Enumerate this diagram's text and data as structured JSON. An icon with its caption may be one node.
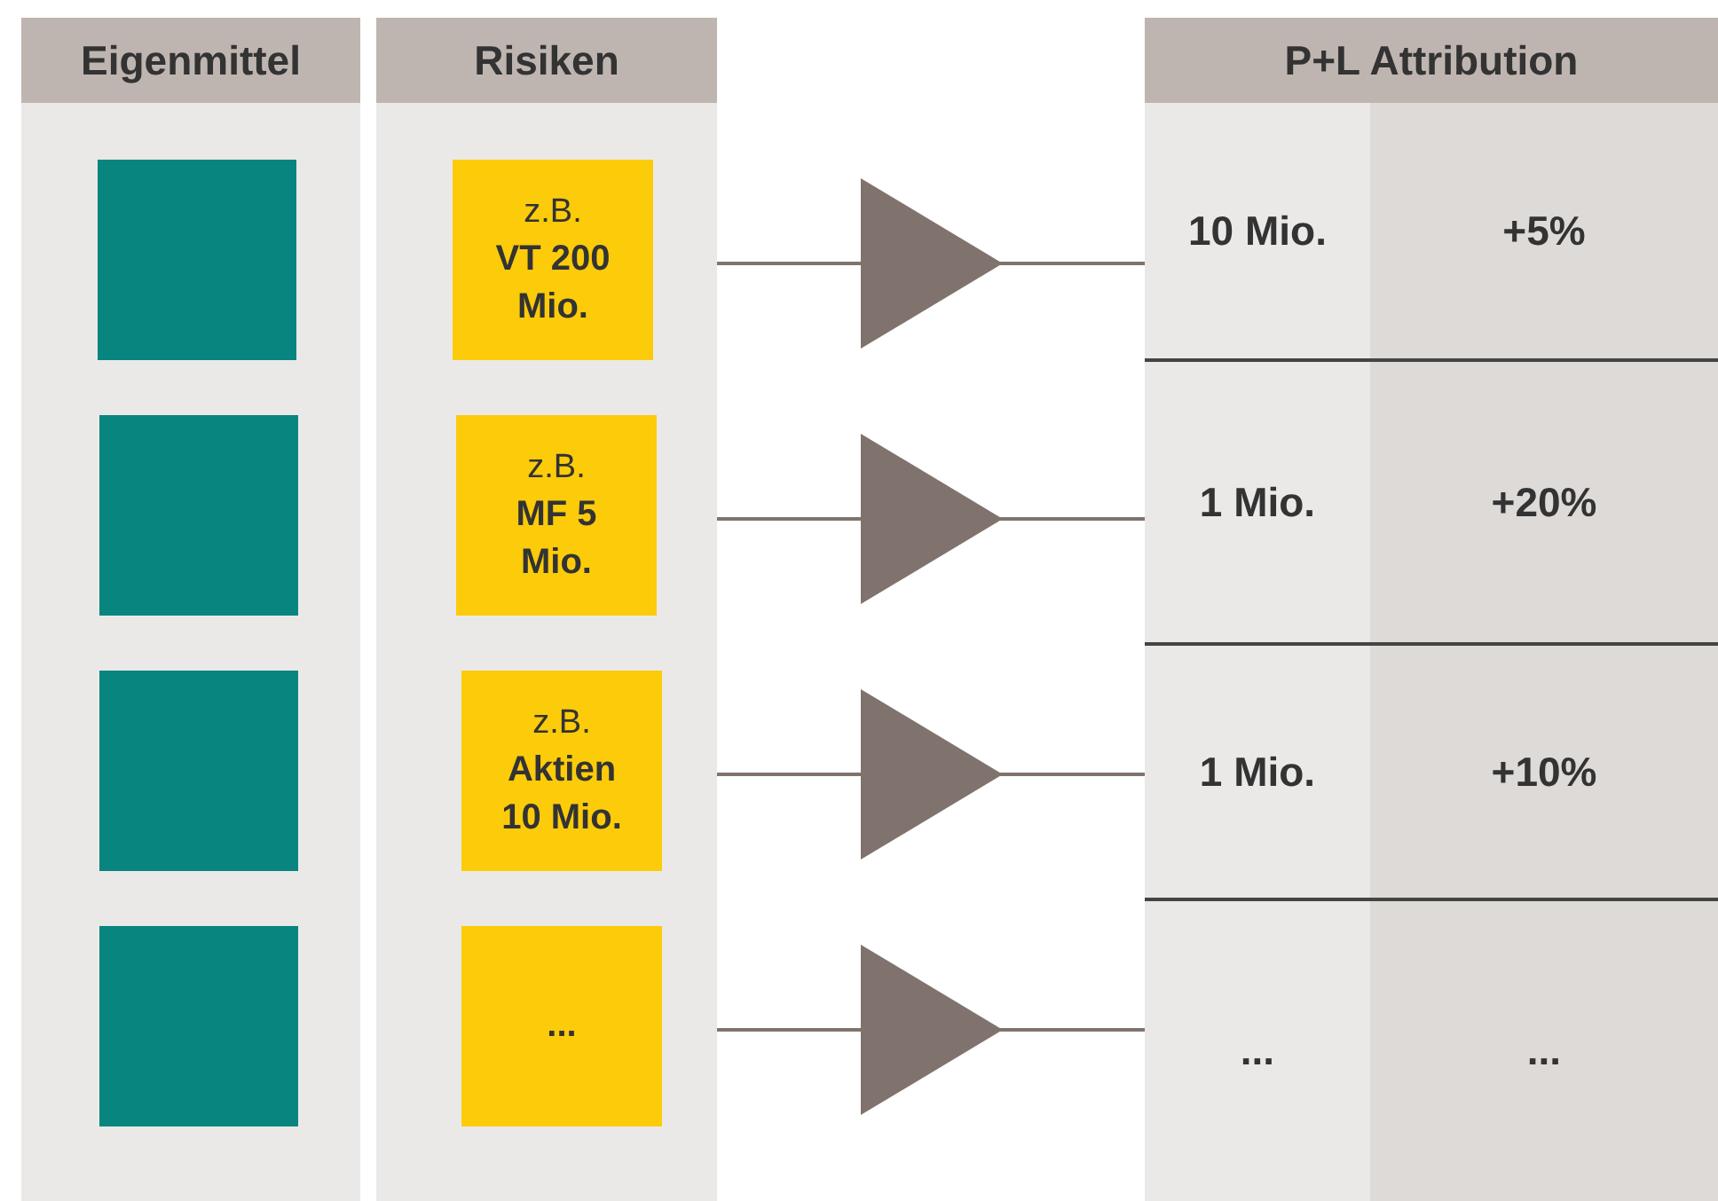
{
  "diagram": {
    "nodes": [
      {
        "text": [
          "Eigenmittel"
        ]
      },
      {
        "text": [],
        "shape": "box",
        "in": 0
      },
      {
        "text": [],
        "shape": "box",
        "in": 0
      },
      {
        "text": [],
        "shape": "box",
        "in": 0
      },
      {
        "text": [],
        "shape": "box",
        "in": 0
      },
      {
        "text": [
          "Risiken"
        ]
      },
      {
        "text": [
          "z.B.",
          "VT 200 Mio."
        ],
        "in": 5
      },
      {
        "text": [
          "z.B.",
          "MF 5 Mio."
        ],
        "in": 5
      },
      {
        "text": [
          "z.B.",
          "Aktien 10 Mio."
        ],
        "in": 5
      },
      {
        "text": [
          "..."
        ],
        "in": 5
      },
      {
        "text": [
          "P+L Attribution"
        ]
      },
      {
        "text": [
          "10 Mio."
        ],
        "in": 10
      },
      {
        "text": [
          "+5%"
        ],
        "in": 10
      },
      {
        "text": [
          "1 Mio."
        ],
        "in": 10
      },
      {
        "text": [
          "+20%"
        ],
        "in": 10
      },
      {
        "text": [
          "1 Mio."
        ],
        "in": 10
      },
      {
        "text": [
          "+10%"
        ],
        "in": 10
      },
      {
        "text": [
          "..."
        ],
        "in": 10
      },
      {
        "text": [
          "..."
        ],
        "in": 10
      }
    ],
    "edges": [
      {
        "from": 6,
        "to": 11,
        "arrow": "to"
      },
      {
        "from": 7,
        "to": 13,
        "arrow": "to"
      },
      {
        "from": 8,
        "to": 15,
        "arrow": "to"
      },
      {
        "from": 9,
        "to": 17,
        "arrow": "to"
      }
    ]
  }
}
